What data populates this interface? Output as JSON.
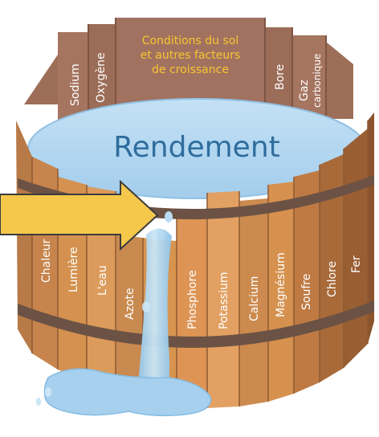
{
  "title": "Rendement",
  "conditions": [
    "Conditions du sol",
    "et autres facteurs",
    "de croissance"
  ],
  "back_staves": [
    "Sodium",
    "Oxygène",
    "Bore",
    "Gaz",
    "carbonique"
  ],
  "front_staves": [
    "Chaleur",
    "Lumière",
    "L'eau",
    "Azote",
    "Phosphore",
    "Potassium",
    "Calcium",
    "Magnésium",
    "Soufre",
    "Chlore",
    "Fer"
  ],
  "colors": {
    "water": "#aed4ef",
    "water_edge": "#7fb7df",
    "wood_light": "#d79a5e",
    "wood_mid": "#c1804a",
    "wood_dark": "#9b5f33",
    "band": "#6b5244",
    "arrow": "#f5c84c",
    "title": "#2f6d9e",
    "condition_text": "#f7c531"
  }
}
